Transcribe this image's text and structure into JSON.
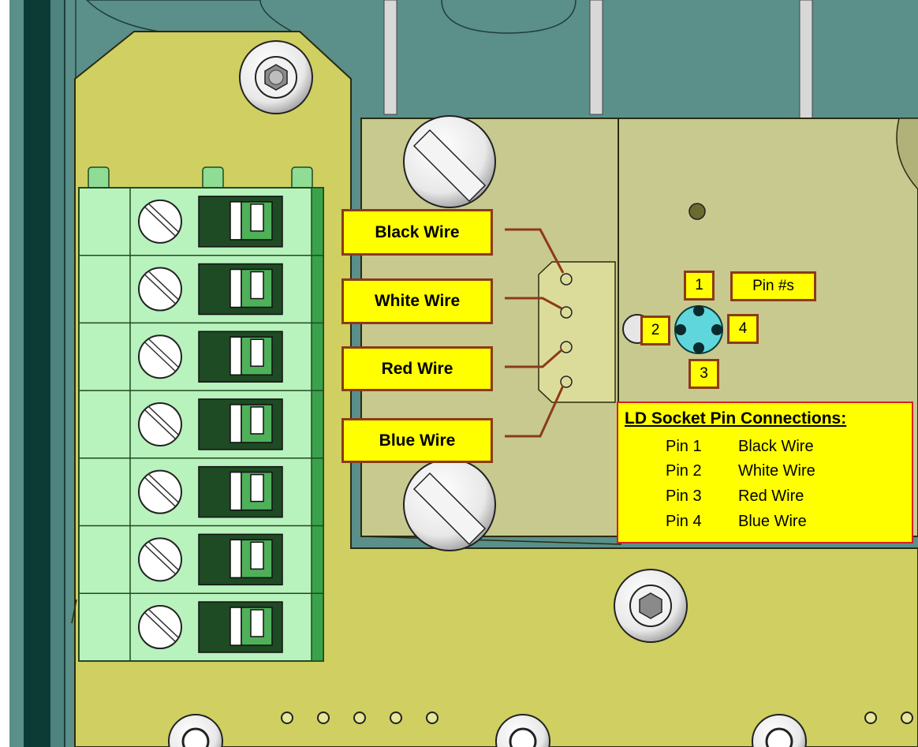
{
  "wire_labels": {
    "black": "Black Wire",
    "white": "White Wire",
    "red": "Red Wire",
    "blue": "Blue Wire"
  },
  "pin_labels": {
    "pin1": "1",
    "pin2": "2",
    "pin3": "3",
    "pin4": "4",
    "pins_caption": "Pin #s"
  },
  "legend": {
    "title": "LD Socket Pin Connections:",
    "rows": [
      {
        "pin": "Pin 1",
        "wire": "Black Wire"
      },
      {
        "pin": "Pin 2",
        "wire": "White Wire"
      },
      {
        "pin": "Pin 3",
        "wire": "Red Wire"
      },
      {
        "pin": "Pin 4",
        "wire": "Blue Wire"
      }
    ]
  },
  "colors": {
    "label_fill": "#ffff00",
    "label_border": "#8b3a1a",
    "leader_line": "#8b3a1a",
    "legend_border": "#d62020",
    "board": "#cfcf62",
    "enclosure": "#5a8f8a",
    "terminal_block": "#b8f2bd",
    "socket": "#5fd6dc"
  }
}
